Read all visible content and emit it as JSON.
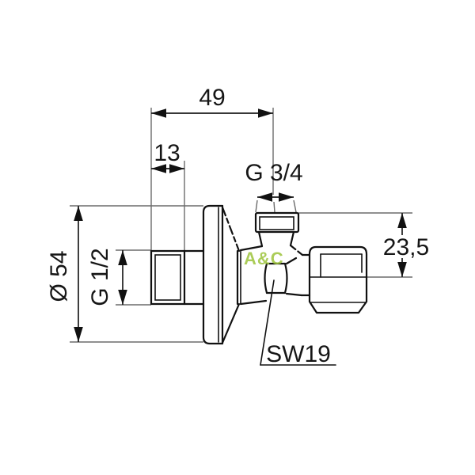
{
  "page": {
    "background": "#ffffff"
  },
  "drawing": {
    "labels": {
      "overall_width": "49",
      "inlet_thread_length": "13",
      "top_outlet_thread": "G 3/4",
      "rosette_diameter": "Ø 54",
      "inlet_thread_size": "G 1/2",
      "outlet_offset": "23,5",
      "wrench_size": "SW19"
    },
    "watermark": {
      "text": "A&C",
      "color": "#9dc43c"
    },
    "colors": {
      "object_line": "#111111",
      "dimension_line": "#1c1c1c",
      "extension_line": "#6b6b6b"
    }
  }
}
